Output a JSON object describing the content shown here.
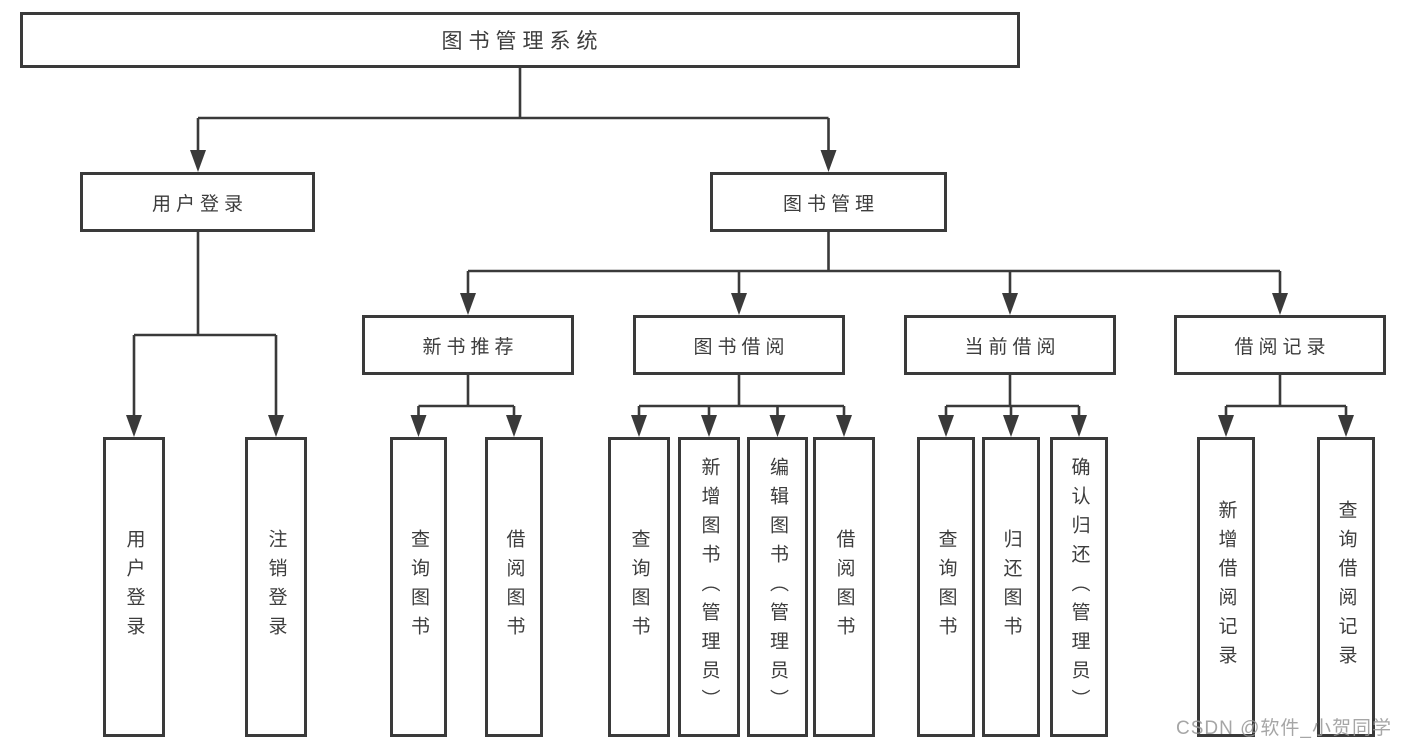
{
  "tree": {
    "root": {
      "label": "图书管理系统"
    },
    "level2": [
      {
        "label": "用户登录"
      },
      {
        "label": "图书管理"
      }
    ],
    "level3": [
      {
        "label": "新书推荐"
      },
      {
        "label": "图书借阅"
      },
      {
        "label": "当前借阅"
      },
      {
        "label": "借阅记录"
      }
    ],
    "leaves": {
      "user_login_group": [
        "用户登录",
        "注销登录"
      ],
      "new_book_group": [
        "查询图书",
        "借阅图书"
      ],
      "borrow_group": [
        "查询图书",
        "新增图书（管理员）",
        "编辑图书（管理员）",
        "借阅图书"
      ],
      "current_group": [
        "查询图书",
        "归还图书",
        "确认归还（管理员）"
      ],
      "records_group": [
        "新增借阅记录",
        "查询借阅记录"
      ]
    }
  },
  "watermark": {
    "text": "CSDN @软件_小贺同学"
  },
  "colors": {
    "line": "#3a3a3a",
    "text": "#3d3d3d",
    "watermark": "#969696",
    "background": "#ffffff"
  }
}
